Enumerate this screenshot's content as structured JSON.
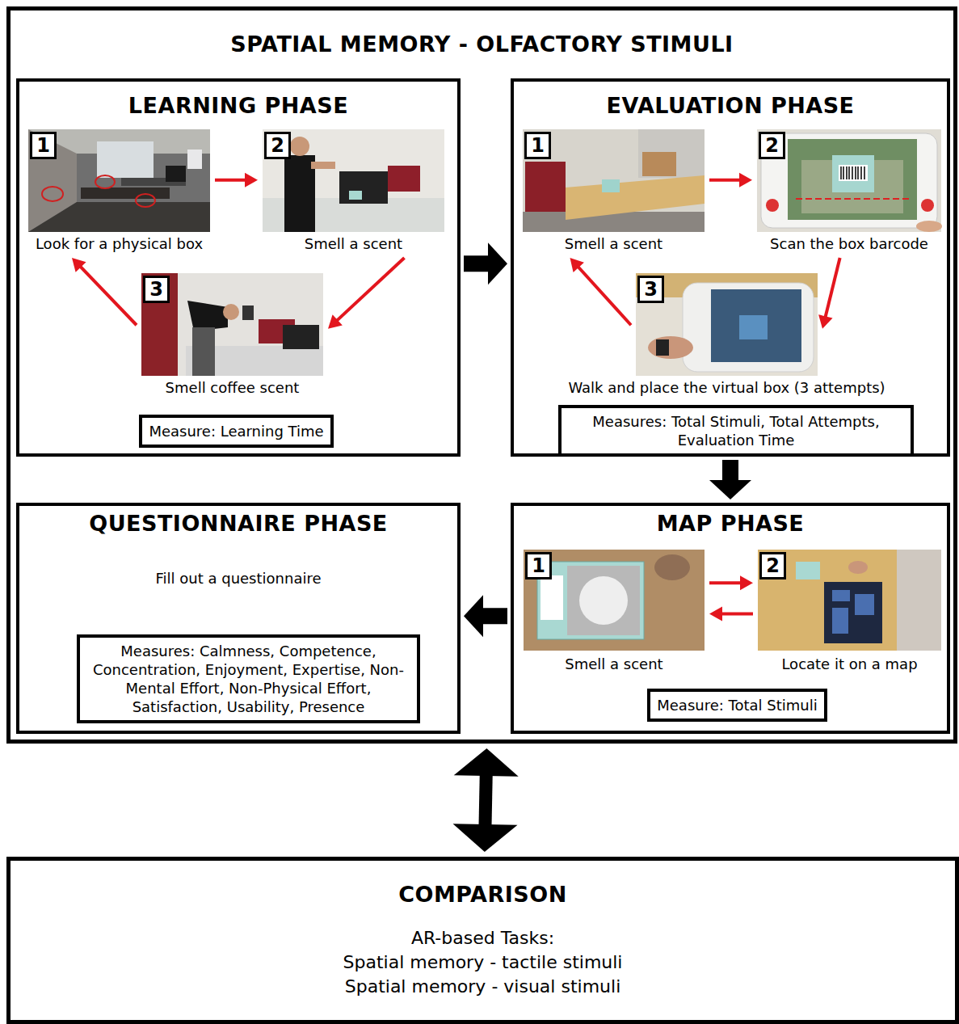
{
  "diagram": {
    "nodes": [
      {
        "text": [
          "SPATIAL MEMORY - OLFACTORY STIMULI"
        ]
      },
      {
        "text": [
          "LEARNING PHASE"
        ],
        "in": 0
      },
      {
        "text": [
          "1",
          "Look for a physical box"
        ],
        "in": 1
      },
      {
        "text": [
          "2",
          "Smell a scent"
        ],
        "in": 1
      },
      {
        "text": [
          "3",
          "Smell coffee scent"
        ],
        "in": 1
      },
      {
        "text": [
          "Measure: Learning Time"
        ],
        "in": 1
      },
      {
        "text": [
          "EVALUATION PHASE"
        ],
        "in": 0
      },
      {
        "text": [
          "1",
          "Smell a scent"
        ],
        "in": 6
      },
      {
        "text": [
          "2",
          "Scan the box barcode"
        ],
        "in": 6
      },
      {
        "text": [
          "3",
          "Walk and place the virtual box (3 attempts)"
        ],
        "in": 6
      },
      {
        "text": [
          "Measures: Total Stimuli, Total Attempts, Evaluation Time"
        ],
        "in": 6
      },
      {
        "text": [
          "QUESTIONNAIRE PHASE",
          "Fill out a questionnaire"
        ],
        "in": 0
      },
      {
        "text": [
          "Measures: Calmness, Competence, Concentration, Enjoyment, Expertise, Non-Mental Effort, Non-Physical Effort, Satisfaction, Usability, Presence"
        ],
        "in": 11
      },
      {
        "text": [
          "MAP PHASE"
        ],
        "in": 0
      },
      {
        "text": [
          "1",
          "Smell a scent"
        ],
        "in": 13
      },
      {
        "text": [
          "2",
          "Locate it on a map"
        ],
        "in": 13
      },
      {
        "text": [
          "Measure: Total Stimuli"
        ],
        "in": 13
      },
      {
        "text": [
          "COMPARISON",
          "AR-based Tasks:",
          "Spatial memory - tactile stimuli",
          "Spatial memory - visual stimuli"
        ]
      }
    ],
    "edges": [
      {
        "from": 2,
        "to": 3,
        "arrow": "to"
      },
      {
        "from": 3,
        "to": 4,
        "arrow": "to"
      },
      {
        "from": 4,
        "to": 2,
        "arrow": "to"
      },
      {
        "from": 7,
        "to": 8,
        "arrow": "to"
      },
      {
        "from": 8,
        "to": 9,
        "arrow": "to"
      },
      {
        "from": 9,
        "to": 7,
        "arrow": "to"
      },
      {
        "from": 14,
        "to": 15,
        "arrow": "to"
      },
      {
        "from": 15,
        "to": 14,
        "arrow": "to"
      },
      {
        "from": 1,
        "to": 6,
        "arrow": "to"
      },
      {
        "from": 6,
        "to": 13,
        "arrow": "to"
      },
      {
        "from": 13,
        "to": 11,
        "arrow": "to"
      },
      {
        "from": 0,
        "to": 17,
        "arrow": "both"
      }
    ]
  }
}
